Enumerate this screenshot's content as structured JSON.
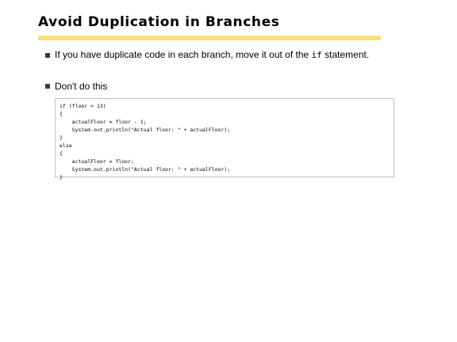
{
  "slide": {
    "title": "Avoid Duplication in Branches",
    "accent_color": "#f6e07a"
  },
  "bullets": [
    {
      "text_before_code": "If you have duplicate code in each branch, move it out of the ",
      "code": "if",
      "text_after_code": " statement."
    },
    {
      "text": "Don't do this"
    }
  ],
  "code_example": {
    "lines": [
      "if (floor > 13)",
      "{",
      "    actualFloor = floor - 1;",
      "    System.out.println(\"Actual floor: \" + actualFloor);",
      "}",
      "else",
      "{",
      "    actualFloor = floor;",
      "    System.out.println(\"Actual floor: \" + actualFloor);",
      "}"
    ]
  }
}
